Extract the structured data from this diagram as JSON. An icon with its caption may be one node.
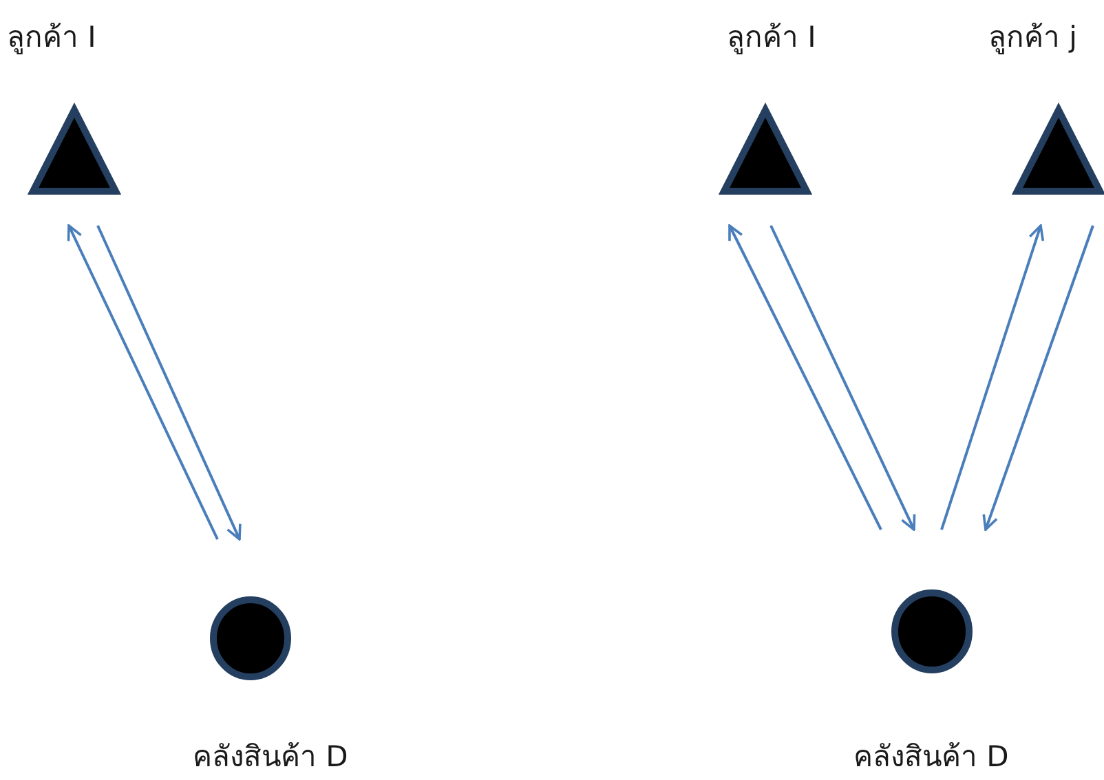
{
  "diagram": {
    "nodes": [
      {
        "text": [
          "ลูกค้า I"
        ]
      },
      {
        "text": [
          "คลังสินค้า D"
        ]
      },
      {
        "text": [
          "ลูกค้า I"
        ]
      },
      {
        "text": [
          "ลูกค้า j"
        ]
      },
      {
        "text": [
          "คลังสินค้า D"
        ]
      }
    ],
    "edges": [
      {
        "from": 1,
        "to": 0,
        "arrow": "to"
      },
      {
        "from": 0,
        "to": 1,
        "arrow": "to"
      },
      {
        "from": 4,
        "to": 2,
        "arrow": "to"
      },
      {
        "from": 2,
        "to": 4,
        "arrow": "to"
      },
      {
        "from": 4,
        "to": 3,
        "arrow": "to"
      },
      {
        "from": 3,
        "to": 4,
        "arrow": "to"
      }
    ]
  }
}
